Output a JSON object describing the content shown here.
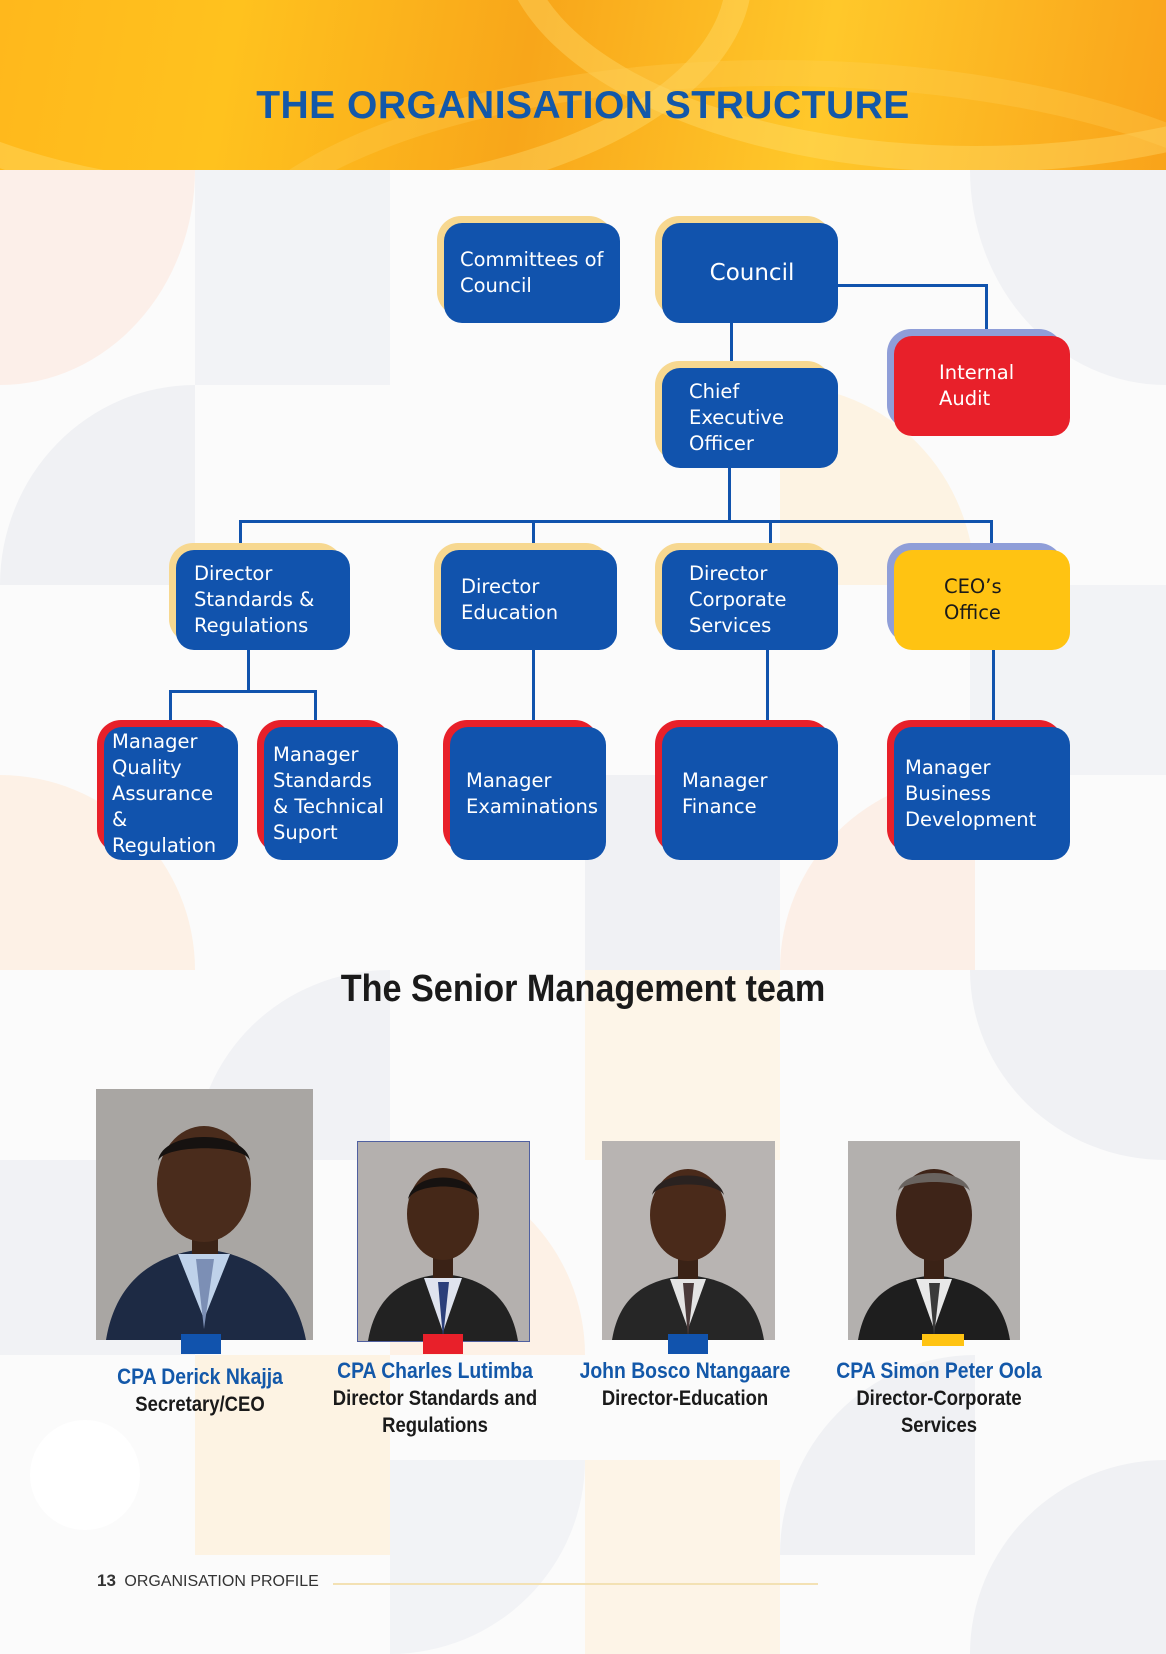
{
  "header": {
    "title": "THE ORGANISATION STRUCTURE"
  },
  "org_chart": {
    "committees": "Committees of\nCouncil",
    "council": "Council",
    "internal_audit": "Internal\nAudit",
    "ceo": "Chief\nExecutive\nOfficer",
    "director_standards": "Director\nStandards &\nRegulations",
    "director_education": "Director\nEducation",
    "director_corporate": "Director\nCorporate\nServices",
    "ceos_office": "CEO’s\nOffice",
    "manager_quality": "Manager\nQuality\nAssurance &\nRegulation",
    "manager_standards": "Manager\nStandards\n& Technical\nSuport",
    "manager_examinations": "Manager\nExaminations",
    "manager_finance": "Manager\nFinance",
    "manager_business": "Manager\nBusiness\nDevelopment"
  },
  "management": {
    "heading": "The Senior Management team",
    "members": [
      {
        "name": "CPA Derick Nkajja",
        "role": "Secretary/CEO",
        "tag_color": "#1153ad"
      },
      {
        "name": "CPA Charles Lutimba",
        "role": "Director Standards and Regulations",
        "tag_color": "#e8202a"
      },
      {
        "name": "John Bosco Ntangaare",
        "role": "Director-Education",
        "tag_color": "#1153ad"
      },
      {
        "name": "CPA Simon Peter Oola",
        "role": "Director-Corporate Services",
        "tag_color": "#ffc312"
      }
    ]
  },
  "footer": {
    "page_number": "13",
    "section": "ORGANISATION PROFILE"
  },
  "colors": {
    "brand_blue": "#1153ad",
    "brand_red": "#e8202a",
    "brand_yellow": "#ffc312",
    "header_orange": "#ffb81c"
  }
}
